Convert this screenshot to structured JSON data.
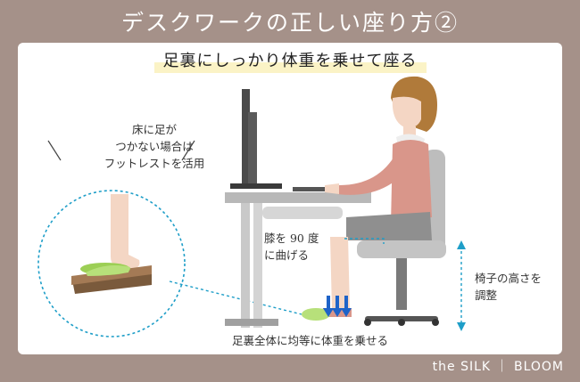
{
  "header": {
    "title": "デスクワークの正しい座り方②"
  },
  "panel": {
    "subtitle": "足裏にしっかり体重を乗せて座る",
    "callout_lines": [
      "床に足が",
      "つかない場合は",
      "フットレストを活用"
    ],
    "knee_lines": [
      "膝を 90 度",
      "に曲げる"
    ],
    "feet_label": "足裏全体に均等に体重を乗せる",
    "height_lines": [
      "椅子の高さを",
      "調整"
    ]
  },
  "footer": {
    "brand": "the SILK ｜ BLOOM"
  },
  "colors": {
    "background": "#a59189",
    "highlight": "#fbf3c6",
    "accent_blue": "#1e63c8",
    "desk_gray": "#c9c9c9",
    "footrest_green": "#9ccf55",
    "skin": "#f4d6c4",
    "shirt_pink": "#d9968a"
  }
}
